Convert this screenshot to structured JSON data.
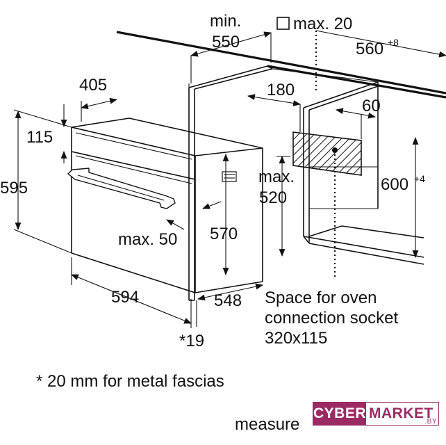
{
  "labels": {
    "min": "min.",
    "min_val": "550",
    "max20": "max. 20",
    "w560": "560",
    "w560_sup": "+8",
    "d405": "405",
    "d180": "180",
    "d60": "60",
    "h115": "115",
    "h595": "595",
    "max_label": "max.",
    "max520": "520",
    "h600": "600",
    "h600_sup": "+4",
    "h570": "570",
    "max50": "max. 50",
    "w594": "594",
    "d548": "548",
    "star19": "*19"
  },
  "socket_note": {
    "line1": "Space for oven",
    "line2": "connection socket",
    "line3": "320x115"
  },
  "footnote": "* 20 mm for metal fascias",
  "cut_text": "measure",
  "logo": {
    "part1": "CYBER",
    "part2": "MARKET",
    "domain": ".BY"
  },
  "colors": {
    "brand": "#9b2a63",
    "ink": "#111111"
  }
}
